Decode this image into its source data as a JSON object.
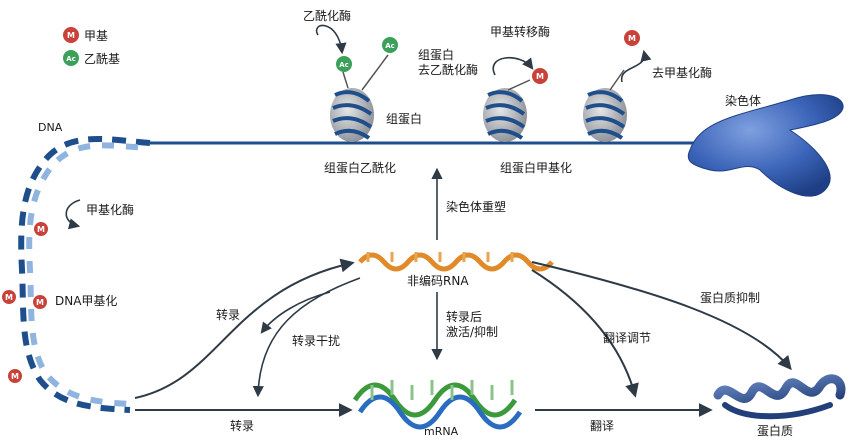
{
  "legend": {
    "methyl_symbol": "M",
    "methyl_label": "甲基",
    "acetyl_symbol": "Ac",
    "acetyl_label": "乙酰基"
  },
  "labels": {
    "acetyltransferase": "乙酰化酶",
    "histone_deacetylase": "组蛋白\n去乙酰化酶",
    "methyltransferase": "甲基转移酶",
    "demethylase": "去甲基化酶",
    "chromosome": "染色体",
    "dna": "DNA",
    "histone": "组蛋白",
    "histone_acetylation": "组蛋白乙酰化",
    "histone_methylation": "组蛋白甲基化",
    "methylase": "甲基化酶",
    "dna_methylation": "DNA甲基化",
    "chromatin_remodeling": "染色体重塑",
    "ncrna": "非编码RNA",
    "transcription_upper": "转录",
    "transcriptional_interference": "转录干扰",
    "post_transcription": "转录后\n激活/抑制",
    "translation_regulation": "翻译调节",
    "protein_inhibition": "蛋白质抑制",
    "transcription_lower": "转录",
    "mrna": "mRNA",
    "translation": "翻译",
    "protein": "蛋白质"
  },
  "colors": {
    "dna_dark": "#1f4e8c",
    "dna_light": "#8fb4e0",
    "methyl_badge": "#c9423a",
    "acetyl_badge": "#3aa05a",
    "ncrna": "#e08a2a",
    "mrna_green": "#3c9a3c",
    "mrna_blue": "#2a6cc0",
    "chromosome": "#3b64b8",
    "arrow": "#2e3a46"
  }
}
